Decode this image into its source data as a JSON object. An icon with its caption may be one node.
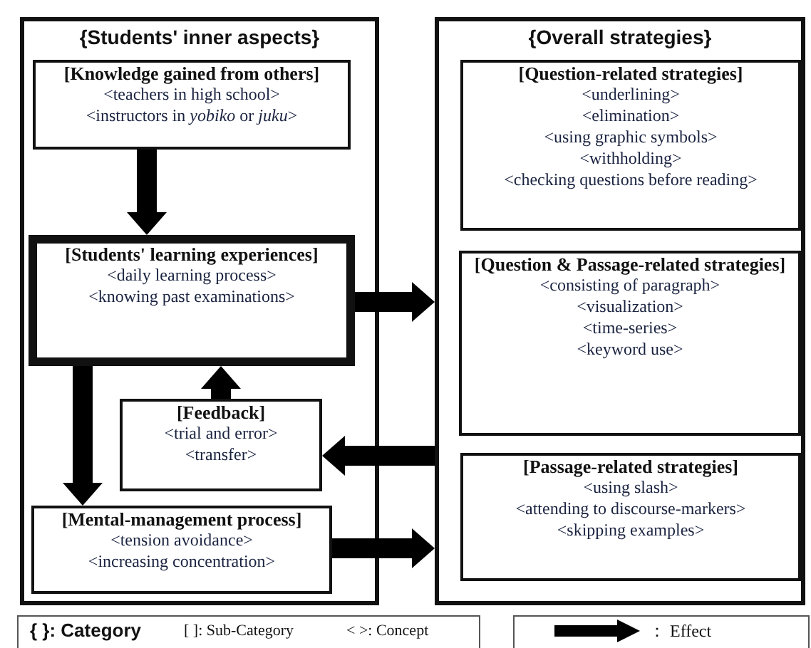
{
  "diagram": {
    "nodes": [
      {
        "text": [
          "{Students' inner aspects}"
        ]
      },
      {
        "text": [
          "[Knowledge gained from others]",
          "<teachers in high school>",
          "<instructors in *yobiko* or *juku*>"
        ],
        "in": 0
      },
      {
        "text": [
          "[Students' learning experiences]",
          "<daily learning process>",
          "<knowing past examinations>"
        ],
        "in": 0
      },
      {
        "text": [
          "[Feedback]",
          "<trial and error>",
          "<transfer>"
        ],
        "in": 0
      },
      {
        "text": [
          "[Mental-management process]",
          "<tension avoidance>",
          "<increasing concentration>"
        ],
        "in": 0
      },
      {
        "text": [
          "{Overall strategies}"
        ]
      },
      {
        "text": [
          "[Question-related strategies]",
          "<underlining>",
          "<elimination>",
          "<using graphic symbols>",
          "<withholding>",
          "<checking questions before reading>"
        ],
        "in": 5
      },
      {
        "text": [
          "[Question & Passage-related strategies]",
          "<consisting of paragraph>",
          "<visualization>",
          "<time-series>",
          "<keyword use>"
        ],
        "in": 5
      },
      {
        "text": [
          "[Passage-related strategies]",
          "<using slash>",
          "<attending to discourse-markers>",
          "<skipping examples>"
        ],
        "in": 5
      }
    ],
    "edges": [
      {
        "from": 1,
        "to": 2,
        "arrow": "to"
      },
      {
        "from": 3,
        "to": 2,
        "arrow": "to"
      },
      {
        "from": 2,
        "to": 4,
        "arrow": "to"
      },
      {
        "from": 2,
        "to": 5,
        "arrow": "to"
      },
      {
        "from": 5,
        "to": 3,
        "arrow": "to"
      },
      {
        "from": 4,
        "to": 5,
        "arrow": "to"
      }
    ],
    "labels": [
      "{ }: Category",
      "[ ]: Sub-Category",
      "< >: Concept"
    ],
    "legend": [
      {
        "text": "： Effect"
      }
    ]
  }
}
